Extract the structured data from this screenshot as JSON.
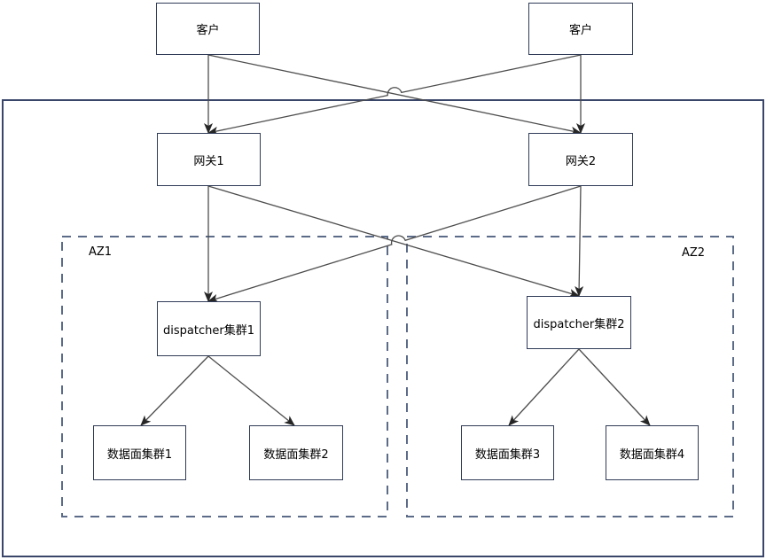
{
  "diagram": {
    "type": "architecture-flow",
    "nodes": {
      "client1": {
        "label": "客户"
      },
      "client2": {
        "label": "客户"
      },
      "gateway1": {
        "label": "网关1"
      },
      "gateway2": {
        "label": "网关2"
      },
      "dispatcher1": {
        "label": "dispatcher集群1"
      },
      "dispatcher2": {
        "label": "dispatcher集群2"
      },
      "dataplane1": {
        "label": "数据面集群1"
      },
      "dataplane2": {
        "label": "数据面集群2"
      },
      "dataplane3": {
        "label": "数据面集群3"
      },
      "dataplane4": {
        "label": "数据面集群4"
      }
    },
    "zones": {
      "az1": {
        "label": "AZ1"
      },
      "az2": {
        "label": "AZ2"
      }
    },
    "edges": [
      {
        "from": "client1",
        "to": "gateway1"
      },
      {
        "from": "client1",
        "to": "gateway2"
      },
      {
        "from": "client2",
        "to": "gateway2"
      },
      {
        "from": "client2",
        "to": "gateway1",
        "line_jump": true
      },
      {
        "from": "gateway1",
        "to": "dispatcher1"
      },
      {
        "from": "gateway1",
        "to": "dispatcher2"
      },
      {
        "from": "gateway2",
        "to": "dispatcher2"
      },
      {
        "from": "gateway2",
        "to": "dispatcher1",
        "line_jump": true
      },
      {
        "from": "dispatcher1",
        "to": "dataplane1"
      },
      {
        "from": "dispatcher1",
        "to": "dataplane2"
      },
      {
        "from": "dispatcher2",
        "to": "dataplane3"
      },
      {
        "from": "dispatcher2",
        "to": "dataplane4"
      }
    ],
    "colors": {
      "node_border": "#2f3b57",
      "outer_border": "#3a4669",
      "zone_border": "#5c6b87",
      "edge_line": "#4d4d4d",
      "arrowhead": "#262626",
      "background": "#ffffff",
      "text": "#000000"
    }
  }
}
